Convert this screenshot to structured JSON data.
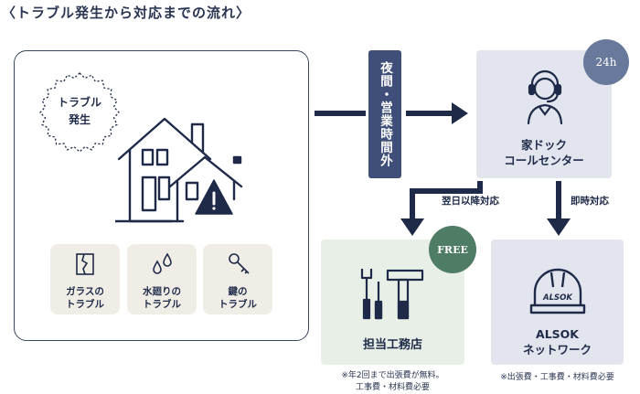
{
  "title": "〈トラブル発生から対応までの流れ〉",
  "trouble_badge": {
    "line1": "トラブル",
    "line2": "発生"
  },
  "trouble_types": [
    {
      "icon": "broken-glass-icon",
      "line1": "ガラスの",
      "line2": "トラブル"
    },
    {
      "icon": "water-drops-icon",
      "line1": "水廻りの",
      "line2": "トラブル"
    },
    {
      "icon": "key-icon",
      "line1": "鍵の",
      "line2": "トラブル"
    }
  ],
  "night_label": "夜間・営業時間外",
  "call_center": {
    "badge": "24h",
    "line1": "家ドック",
    "line2": "コールセンター"
  },
  "routes": {
    "next_day": "翌日以降対応",
    "immediate": "即時対応"
  },
  "shop": {
    "badge": "FREE",
    "label": "担当工務店",
    "note_line1": "※年2回まで出張費が無料。",
    "note_line2": "工事費・材料費必要"
  },
  "alsok": {
    "helmet_text": "ALSOK",
    "line1": "ALSOK",
    "line2": "ネットワーク",
    "note": "※出張費・工事費・材料費必要"
  },
  "colors": {
    "navy": "#1e2a48",
    "night_box": "#3f4f79",
    "badge_24h": "#69799b",
    "badge_free": "#4f7c64",
    "tile_bg": "#f0ede6",
    "blue_box": "#e3e5ee",
    "green_box": "#e8efe6"
  }
}
